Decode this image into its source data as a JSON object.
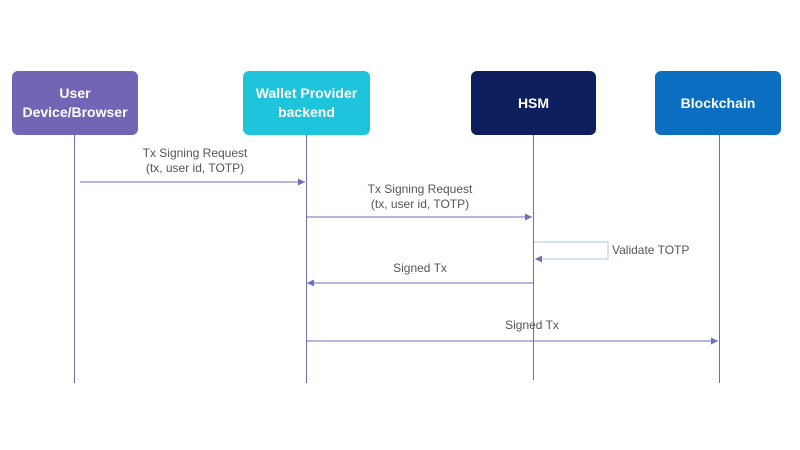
{
  "actors": [
    {
      "label": "User\nDevice/Browser",
      "color": "#7265b6"
    },
    {
      "label": "Wallet Provider\nbackend",
      "color": "#1ec3dc"
    },
    {
      "label": "HSM",
      "color": "#0d1f5c"
    },
    {
      "label": "Blockchain",
      "color": "#0a6fc1"
    }
  ],
  "messages": [
    {
      "label": "Tx Signing Request\n(tx, user id, TOTP)"
    },
    {
      "label": "Tx Signing Request\n(tx, user id, TOTP)"
    },
    {
      "label": "Validate TOTP"
    },
    {
      "label": "Signed Tx"
    },
    {
      "label": "Signed Tx"
    }
  ],
  "colors": {
    "lifeline": "#6b6fb6",
    "self_message": "#a9c8e8",
    "label_text": "#555555"
  }
}
